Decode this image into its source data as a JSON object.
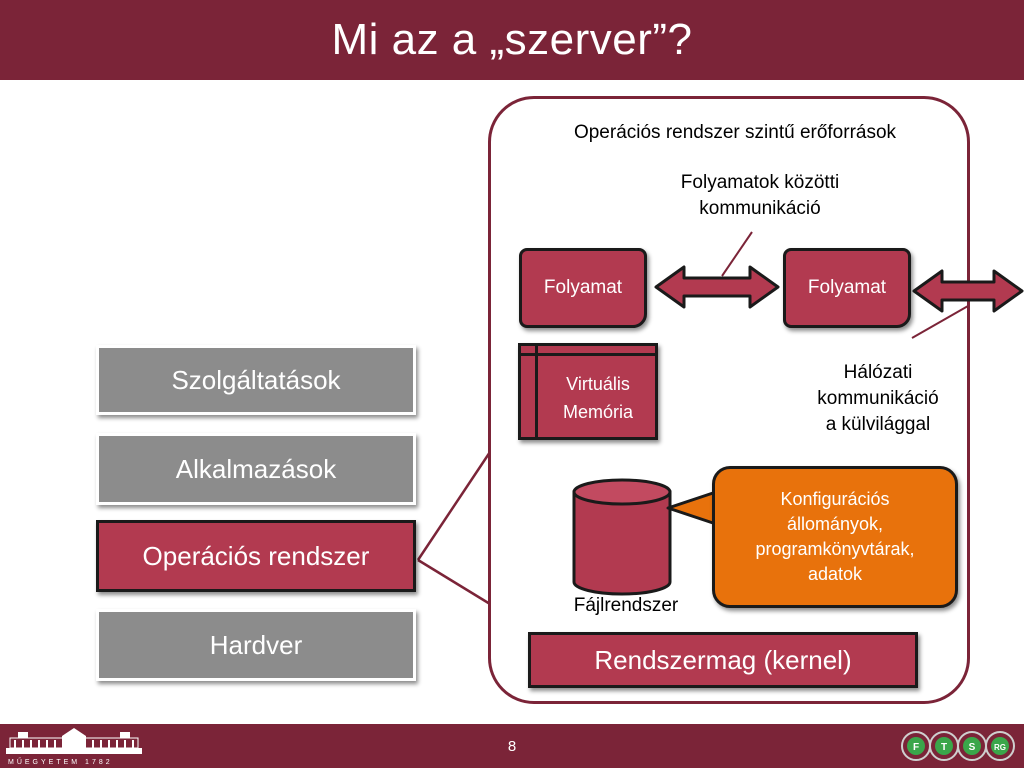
{
  "title": "Mi az a „szerver”?",
  "stack": {
    "services": "Szolgáltatások",
    "applications": "Alkalmazások",
    "os": "Operációs rendszer",
    "hardware": "Hardver"
  },
  "panel": {
    "heading": "Operációs rendszer szintű erőforrások",
    "ipc_label_line1": "Folyamatok közötti",
    "ipc_label_line2": "kommunikáció",
    "process1": "Folyamat",
    "process2": "Folyamat",
    "vmem_line1": "Virtuális",
    "vmem_line2": "Memória",
    "network_line1": "Hálózati",
    "network_line2": "kommunikáció",
    "network_line3": "a külvilággal",
    "callout_line1": "Konfigurációs",
    "callout_line2": "állományok,",
    "callout_line3": "programkönyvtárak,",
    "callout_line4": "adatok",
    "filesystem": "Fájlrendszer",
    "kernel": "Rendszermag (kernel)"
  },
  "footer": {
    "page_number": "8",
    "university_logo_text": "MŰEGYETEM 1782",
    "group_logo_letters": [
      "F",
      "T",
      "S",
      "RG"
    ]
  },
  "colors": {
    "brand": "#7b2438",
    "box_red": "#b23a50",
    "box_gray": "#8c8c8c",
    "callout_orange": "#e8720c"
  }
}
